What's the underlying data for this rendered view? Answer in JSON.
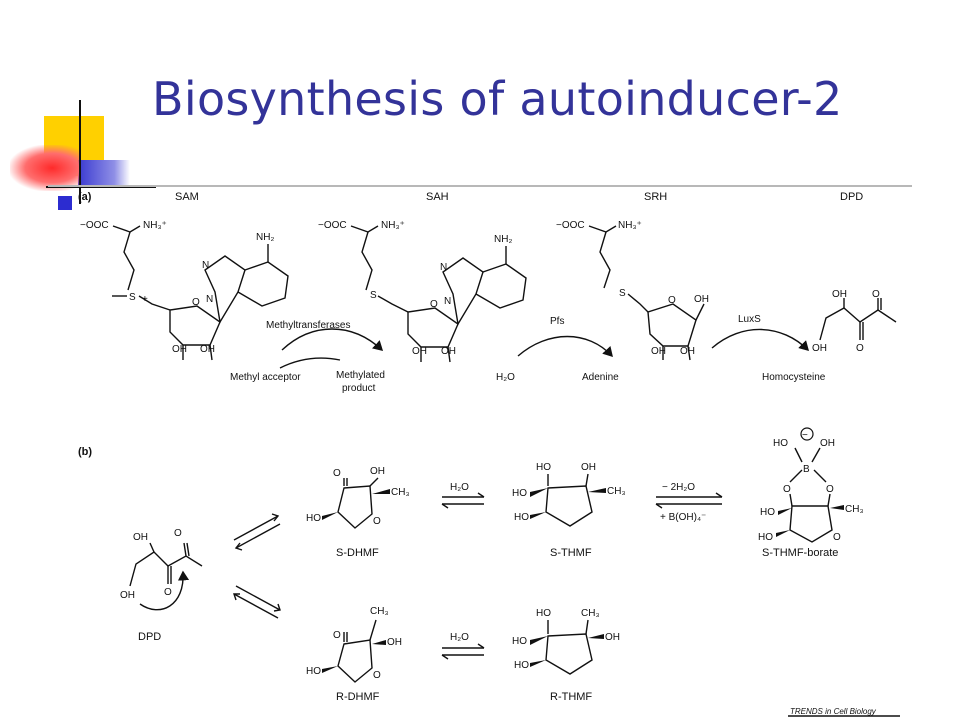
{
  "slide": {
    "title": "Biosynthesis of autoinducer-2"
  },
  "panel_a": {
    "label": "(a)",
    "compounds": {
      "sam": {
        "name": "SAM",
        "coo": "−OOC",
        "nh3": "NH₃⁺",
        "s": "S",
        "plus": "+",
        "nh2": "NH₂",
        "n": "N",
        "o": "O",
        "oh1": "OH",
        "oh2": "OH"
      },
      "sah": {
        "name": "SAH",
        "coo": "−OOC",
        "nh3": "NH₃⁺",
        "s": "S",
        "nh2": "NH₂",
        "n": "N",
        "o": "O",
        "oh1": "OH",
        "oh2": "OH"
      },
      "srh": {
        "name": "SRH",
        "coo": "−OOC",
        "nh3": "NH₃⁺",
        "s": "S",
        "o": "O",
        "oh_anomeric": "OH",
        "oh1": "OH",
        "oh2": "OH"
      },
      "dpd": {
        "name": "DPD",
        "oh_top": "OH",
        "o": "O",
        "oh_bottom": "OH"
      }
    },
    "steps": {
      "step1": {
        "enzyme": "Methyltransferases",
        "input": "Methyl acceptor",
        "output_line1": "Methylated",
        "output_line2": "product"
      },
      "step2": {
        "enzyme": "Pfs",
        "input": "H₂O",
        "output": "Adenine"
      },
      "step3": {
        "enzyme": "LuxS",
        "output": "Homocysteine"
      }
    }
  },
  "panel_b": {
    "label": "(b)",
    "compounds": {
      "dpd": {
        "name": "DPD",
        "oh": "OH",
        "o": "O",
        "oh_bottom": "OH"
      },
      "s_dhmf": {
        "name": "S-DHMF",
        "o": "O",
        "oh": "OH",
        "ch3": "CH₃",
        "ho": "HO"
      },
      "s_thmf": {
        "name": "S-THMF",
        "ho1": "HO",
        "oh": "OH",
        "ho2": "HO",
        "ch3": "CH₃",
        "ho3": "HO"
      },
      "s_thmf_borate": {
        "name": "S-THMF-borate",
        "ho_b": "HO",
        "oh_b": "OH",
        "b": "B",
        "minus": "−",
        "o": "O",
        "ho1": "HO",
        "ch3": "CH₃",
        "ho2": "HO"
      },
      "r_dhmf": {
        "name": "R-DHMF",
        "o": "O",
        "ch3": "CH₃",
        "oh": "OH",
        "ho": "HO"
      },
      "r_thmf": {
        "name": "R-THMF",
        "ho1": "HO",
        "ch3": "CH₃",
        "ho2": "HO",
        "oh": "OH",
        "ho3": "HO"
      }
    },
    "reagents": {
      "water_top": "H₂O",
      "water_bottom": "H₂O",
      "borate_minus": "− 2H₂O",
      "borate_plus": "+ B(OH)₄⁻"
    }
  },
  "credit": "TRENDS in Cell Biology",
  "colors": {
    "title": "#333399",
    "accent_yellow": "#ffcc00",
    "accent_blue": "#3333cc",
    "accent_red": "#ff3333"
  }
}
